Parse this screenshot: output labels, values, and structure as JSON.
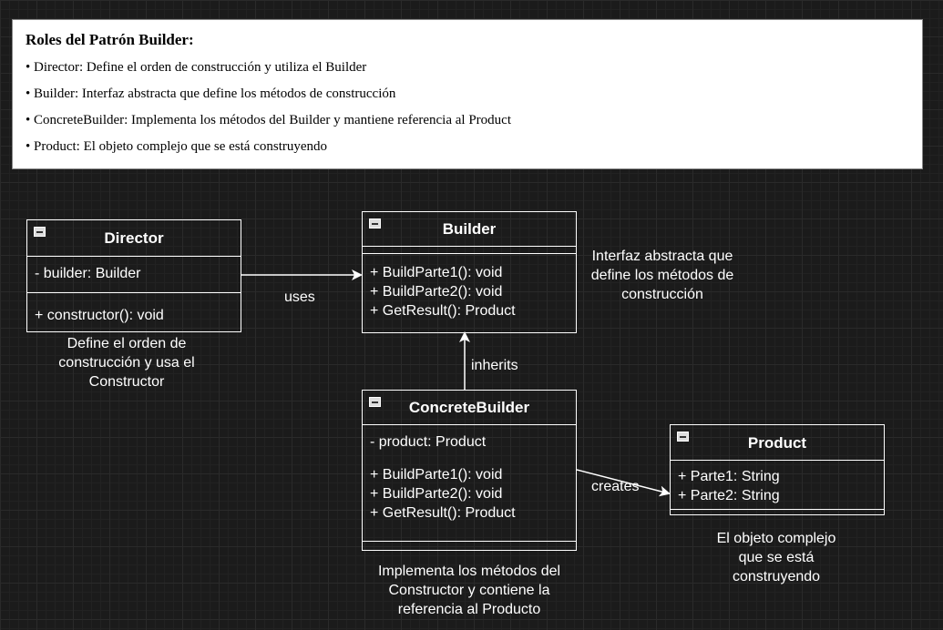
{
  "legend": {
    "title": "Roles del Patrón Builder:",
    "items": [
      "• Director: Define el orden de construcción y utiliza el Builder",
      "• Builder: Interfaz abstracta que define los métodos de construcción",
      "• ConcreteBuilder: Implementa los métodos del Builder y mantiene referencia al Product",
      "• Product: El objeto complejo que se está construyendo"
    ]
  },
  "classes": {
    "director": {
      "name": "Director",
      "attributes": [
        "- builder: Builder"
      ],
      "methods": [
        "+ constructor(): void"
      ]
    },
    "builder": {
      "name": "Builder",
      "methods": [
        "+ BuildParte1(): void",
        "+ BuildParte2(): void",
        "+ GetResult(): Product"
      ]
    },
    "concrete": {
      "name": "ConcreteBuilder",
      "attributes": [
        "- product: Product"
      ],
      "methods": [
        "+ BuildParte1(): void",
        "+ BuildParte2(): void",
        "+ GetResult(): Product"
      ]
    },
    "product": {
      "name": "Product",
      "attributes": [
        "+ Parte1: String",
        "+ Parte2: String"
      ]
    }
  },
  "notes": {
    "director": [
      "Define el orden de",
      "construcción y usa el",
      "Constructor"
    ],
    "builder": [
      "Interfaz abstracta que",
      "define los métodos de",
      "construcción"
    ],
    "concrete": [
      "Implementa los métodos del",
      "Constructor y contiene la",
      "referencia al Producto"
    ],
    "product": [
      "El objeto complejo",
      "que se está",
      "construyendo"
    ]
  },
  "edges": {
    "uses": "uses",
    "inherits": "inherits",
    "creates": "creates"
  },
  "colors": {
    "background": "#1b1b1b",
    "stroke": "#ffffff",
    "legend_bg": "#ffffff"
  }
}
